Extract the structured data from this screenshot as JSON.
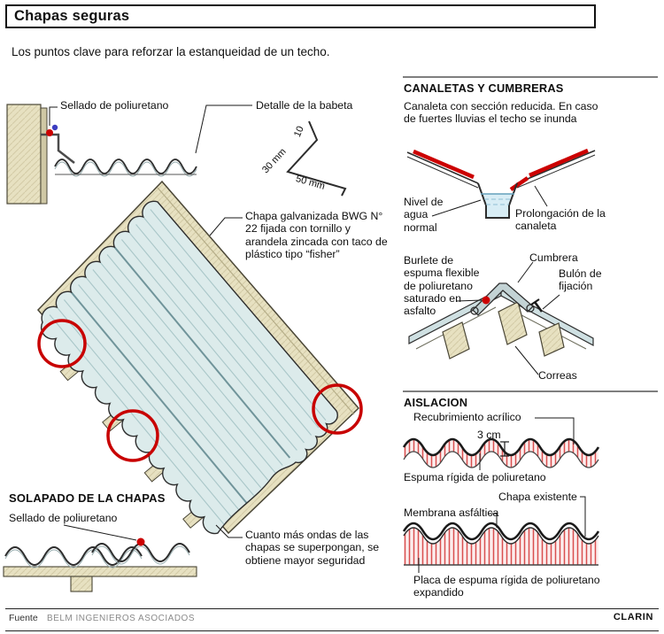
{
  "header": {
    "title": "Chapas seguras",
    "subtitle": "Los puntos clave para reforzar la estanqueidad de un techo."
  },
  "roof_diagram": {
    "sealant_label": "Sellado de poliuretano",
    "flashing_label": "Detalle de la babeta",
    "dim_10": "10",
    "dim_30": "30 mm",
    "dim_50": "50 mm",
    "sheet_note": "Chapa galvanizada BWG N° 22 fijada con tornillo y arandela zincada con taco de plástico tipo “fisher”"
  },
  "overlap_section": {
    "heading": "SOLAPADO DE LA CHAPAS",
    "sealant_label": "Sellado de poliuretano",
    "note": "Cuanto más ondas de las chapas se superpongan, se obtiene mayor seguridad"
  },
  "gutters_section": {
    "heading": "CANALETAS Y CUMBRERAS",
    "intro": "Canaleta con sección reducida. En caso de fuertes lluvias el techo se inunda",
    "water_level_label": "Nivel de agua normal",
    "extension_label": "Prolongación de la canaleta",
    "gasket_label": "Burlete de espuma flexible de poliuretano saturado en asfalto",
    "ridge_cap_label": "Cumbrera",
    "bolt_label": "Bulón de fijación",
    "purlins_label": "Correas"
  },
  "insulation_section": {
    "heading": "AISLACION",
    "coating_label": "Recubrimiento acrílico",
    "dim_3cm": "3 cm",
    "foam_label": "Espuma rígida de poliuretano",
    "existing_sheet_label": "Chapa existente",
    "membrane_label": "Membrana asfáltica",
    "plate_label": "Placa de espuma rígida de poliuretano expandido"
  },
  "footer": {
    "source_label": "Fuente",
    "source_value": "BELM INGENIEROS ASOCIADOS",
    "brand": "CLARIN"
  },
  "colors": {
    "accent_red": "#cc0000",
    "sheet_blue": "#dcebeb",
    "wood_tan": "#e7e1c1",
    "water_blue": "#d8edf5",
    "foam_hatch_red": "#d94f4f"
  }
}
